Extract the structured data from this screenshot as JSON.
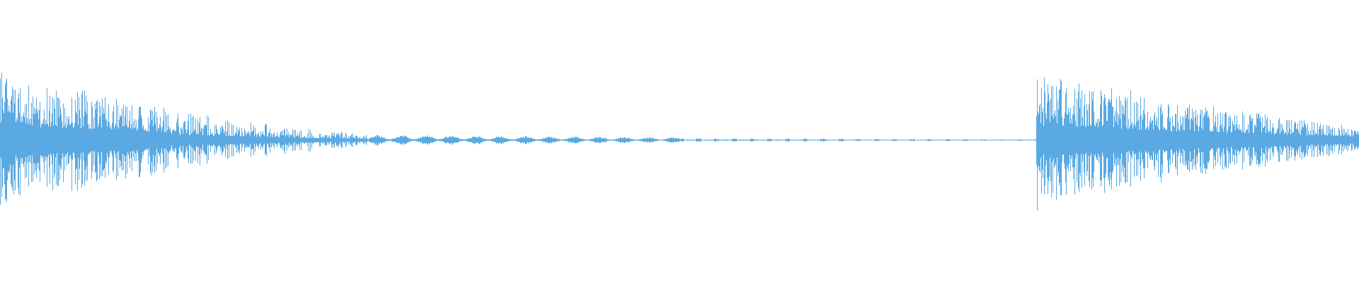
{
  "waveform": {
    "color": "#5aa9e2",
    "segments": [
      {
        "start": 0.0,
        "end": 0.062,
        "env_start": 0.95,
        "env_end": 0.7,
        "density": "high"
      },
      {
        "start": 0.062,
        "end": 0.125,
        "env_start": 0.65,
        "env_end": 0.45,
        "density": "high"
      },
      {
        "start": 0.125,
        "end": 0.2,
        "env_start": 0.4,
        "env_end": 0.22,
        "density": "medium"
      },
      {
        "start": 0.2,
        "end": 0.27,
        "env_start": 0.2,
        "env_end": 0.08,
        "density": "medium"
      },
      {
        "start": 0.27,
        "end": 0.5,
        "env_start": 0.08,
        "env_end": 0.04,
        "density": "sparse"
      },
      {
        "start": 0.5,
        "end": 0.762,
        "env_start": 0.03,
        "env_end": 0.01,
        "density": "silent"
      },
      {
        "start": 0.762,
        "end": 0.845,
        "env_start": 0.95,
        "env_end": 0.62,
        "density": "high"
      },
      {
        "start": 0.845,
        "end": 1.0,
        "env_start": 0.6,
        "env_end": 0.18,
        "density": "high"
      }
    ]
  }
}
